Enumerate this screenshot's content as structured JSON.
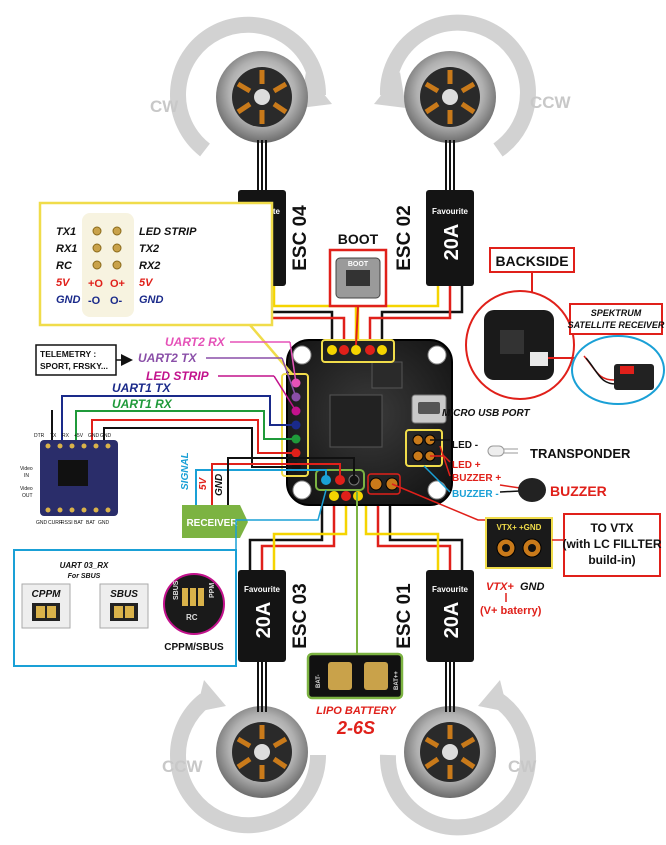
{
  "motors": {
    "top_left_dir": "CW",
    "top_right_dir": "CCW",
    "bottom_left_dir": "CCW",
    "bottom_right_dir": "CW"
  },
  "escs": {
    "esc04": "ESC 04",
    "esc02": "ESC 02",
    "esc03": "ESC 03",
    "esc01": "ESC 01",
    "rating": "20A",
    "brand": "Favourite"
  },
  "boot": {
    "label": "BOOT",
    "button_text": "BOOT"
  },
  "backside": {
    "label": "BACKSIDE"
  },
  "spektrum": {
    "label_line1": "SPEKTRUM",
    "label_line2": "SATELLITE RECEIVER"
  },
  "pinout": {
    "left": [
      "TX1",
      "RX1",
      "RC",
      "5V",
      "GND"
    ],
    "right": [
      "LED STRIP",
      "TX2",
      "RX2",
      "5V",
      "GND"
    ],
    "plus_a": "+O",
    "plus_b": "O+",
    "minus_a": "-O",
    "minus_b": "O-"
  },
  "telemetry": {
    "line1": "TELEMETRY :",
    "line2": "SPORT, FRSKY..."
  },
  "uart_labels": {
    "uart2_rx": "UART2 RX",
    "uart2_tx": "UART2 TX",
    "led_strip": "LED STRIP",
    "uart1_tx": "UART1 TX",
    "uart1_rx": "UART1 RX"
  },
  "micro_usb": "MICRO USB PORT",
  "transponder": {
    "label": "TRANSPONDER",
    "led_minus": "LED -",
    "led_plus": "LED +",
    "buzzer_plus": "BUZZER +",
    "buzzer_minus": "BUZZER -"
  },
  "buzzer": "BUZZER",
  "receiver": {
    "label": "RECEIVER",
    "signal": "SIGNAL",
    "v5": "5V",
    "gnd": "GND"
  },
  "vtx": {
    "title_line1": "TO VTX",
    "title_line2": "(with LC FILLTER",
    "title_line3": "build-in)",
    "pad_label": "VTX+ +GND",
    "vplus": "VTX+",
    "gnd": "GND",
    "note": "(V+ baterry)"
  },
  "sbus_box": {
    "title": "UART 03_RX",
    "subtitle": "For SBUS",
    "cppm": "CPPM",
    "sbus": "SBUS",
    "caption": "CPPM/SBUS",
    "pad_sbus": "SBUS",
    "pad_rc": "RC",
    "pad_ppm": "PPM"
  },
  "lipo": {
    "line1": "LIPO BATTERY",
    "line2": "2-6S",
    "bat_minus": "BAT-",
    "bat_plus": "BAT++"
  },
  "osd_board": {
    "top_labels": [
      "DTR",
      "TX",
      "RX",
      "+5V",
      "GND",
      "GND"
    ],
    "bottom_labels": [
      "GND",
      "CURR",
      "RSSI",
      "BAT",
      "BAT",
      "GND"
    ],
    "side_labels": [
      "Video",
      "IN",
      "Video",
      "OUT"
    ]
  },
  "colors": {
    "red": "#e0201a",
    "yellow": "#f5d400",
    "black": "#111111",
    "pink": "#e552b8",
    "purple": "#8a4fa8",
    "magenta": "#c2128c",
    "blue_dark": "#1a2a8a",
    "green": "#1f9a3a",
    "cyan": "#1aa0d6",
    "olive_green": "#7cb342",
    "yellow_outline": "#f0dc4a",
    "motor_arrow_gray": "#c8c8c8"
  }
}
